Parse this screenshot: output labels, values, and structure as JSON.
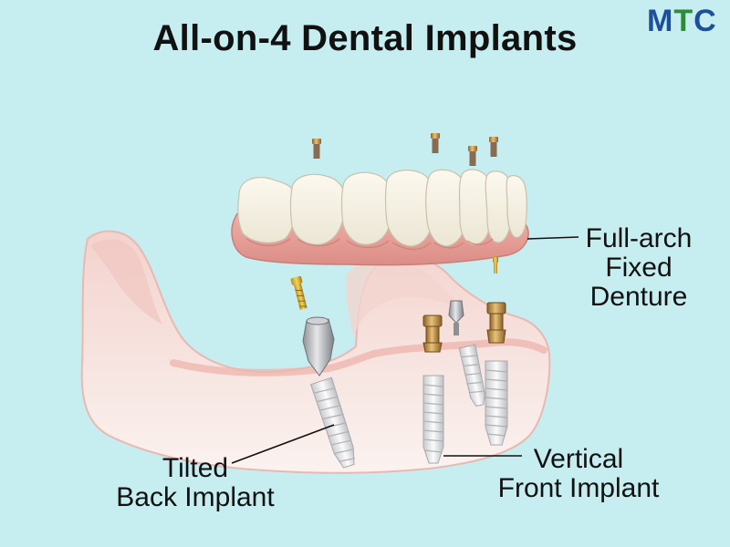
{
  "title": "All-on-4 Dental Implants",
  "logo": {
    "m": "M",
    "t": "T",
    "c": "C"
  },
  "labels": {
    "denture": [
      "Full-arch",
      "Fixed",
      "Denture"
    ],
    "tilted": [
      "Tilted",
      "Back Implant"
    ],
    "vertical": [
      "Vertical",
      "Front Implant"
    ]
  },
  "colors": {
    "background": "#c6eef0",
    "gum": "#e9a39a",
    "bone": "#f5e4e0",
    "tooth": "#f6f2e6",
    "implant": "#e9e9ea",
    "abutment_gold": "#b88a44",
    "logo_blue": "#1d4f9c",
    "logo_green": "#2e8b3a"
  }
}
